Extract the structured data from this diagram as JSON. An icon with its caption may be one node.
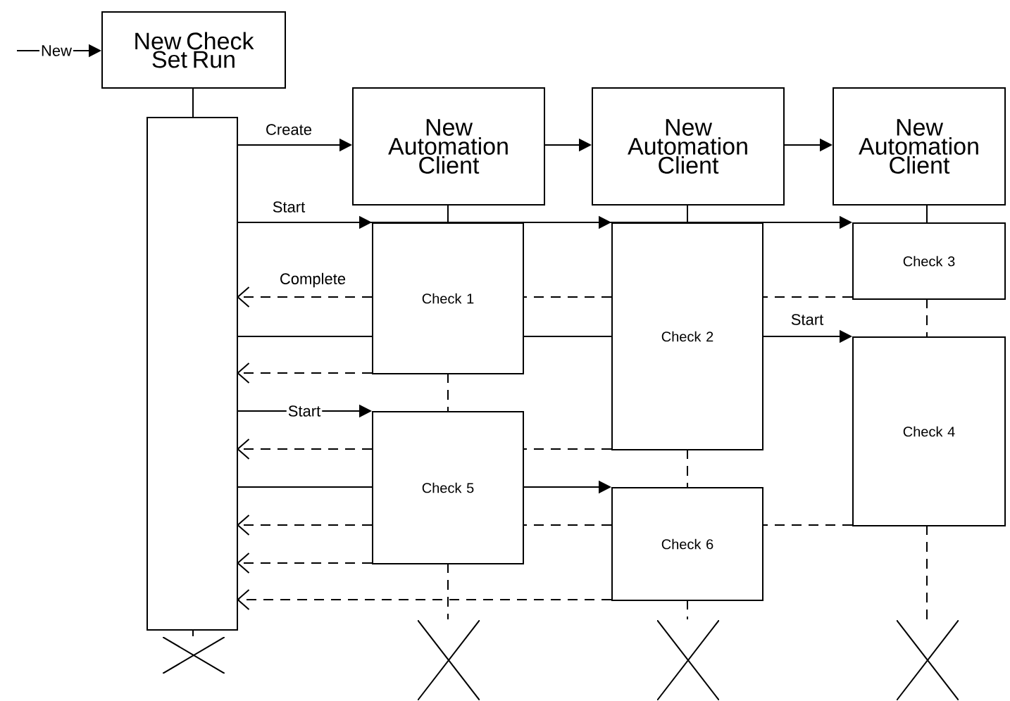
{
  "diagram": {
    "nodes": [
      {
        "text": [
          "New Check Set Run"
        ]
      },
      {
        "text": [],
        "shape": "box"
      },
      {
        "text": [
          "New Automation Client"
        ]
      },
      {
        "text": [
          "New Automation Client"
        ]
      },
      {
        "text": [
          "New Automation Client"
        ]
      },
      {
        "text": [
          "Check 1"
        ]
      },
      {
        "text": [
          "Check 2"
        ]
      },
      {
        "text": [
          "Check 3"
        ]
      },
      {
        "text": [
          "Check 4"
        ]
      },
      {
        "text": [
          "Check 5"
        ]
      },
      {
        "text": [
          "Check 6"
        ]
      },
      {
        "text": [],
        "shape": "cross"
      },
      {
        "text": [],
        "shape": "cross"
      },
      {
        "text": [],
        "shape": "cross"
      },
      {
        "text": [],
        "shape": "cross"
      }
    ],
    "edges": [
      {
        "from": null,
        "to": 0,
        "arrow": "to",
        "label": "New"
      },
      {
        "from": 1,
        "to": 2,
        "arrow": "to",
        "label": "Create"
      },
      {
        "from": 2,
        "to": 3,
        "arrow": "to"
      },
      {
        "from": 3,
        "to": 4,
        "arrow": "to"
      },
      {
        "from": 1,
        "to": 5,
        "arrow": "to",
        "label": "Start"
      },
      {
        "from": 1,
        "to": 6,
        "arrow": "to"
      },
      {
        "from": 1,
        "to": 7,
        "arrow": "to"
      },
      {
        "from": 7,
        "to": 6,
        "arrow": "none",
        "style": "dashed"
      },
      {
        "from": 6,
        "to": 5,
        "arrow": "none",
        "style": "dashed"
      },
      {
        "from": 5,
        "to": 1,
        "arrow": "to",
        "style": "dashed",
        "label": "Complete"
      },
      {
        "from": 1,
        "to": 5,
        "arrow": "none"
      },
      {
        "from": 5,
        "to": 6,
        "arrow": "none"
      },
      {
        "from": 6,
        "to": 8,
        "arrow": "to",
        "label": "Start"
      },
      {
        "from": 5,
        "to": 1,
        "arrow": "to",
        "style": "dashed"
      },
      {
        "from": 1,
        "to": 9,
        "arrow": "to",
        "label": "Start"
      },
      {
        "from": 6,
        "to": 9,
        "arrow": "none",
        "style": "dashed"
      },
      {
        "from": 9,
        "to": 1,
        "arrow": "to",
        "style": "dashed"
      },
      {
        "from": 1,
        "to": 9,
        "arrow": "none"
      },
      {
        "from": 9,
        "to": 10,
        "arrow": "to"
      },
      {
        "from": 8,
        "to": 10,
        "arrow": "none",
        "style": "dashed"
      },
      {
        "from": 10,
        "to": 9,
        "arrow": "none",
        "style": "dashed"
      },
      {
        "from": 9,
        "to": 1,
        "arrow": "to",
        "style": "dashed"
      },
      {
        "from": 9,
        "to": 1,
        "arrow": "to",
        "style": "dashed"
      },
      {
        "from": 10,
        "to": 1,
        "arrow": "to",
        "style": "dashed"
      },
      {
        "from": 0,
        "to": 1,
        "arrow": "none"
      },
      {
        "from": 1,
        "to": 11,
        "arrow": "none"
      },
      {
        "from": 2,
        "to": 5,
        "arrow": "none"
      },
      {
        "from": 3,
        "to": 6,
        "arrow": "none"
      },
      {
        "from": 4,
        "to": 7,
        "arrow": "none"
      },
      {
        "from": 5,
        "to": 9,
        "arrow": "none",
        "style": "dashed"
      },
      {
        "from": 6,
        "to": 10,
        "arrow": "none",
        "style": "dashed"
      },
      {
        "from": 7,
        "to": 8,
        "arrow": "none",
        "style": "dashed"
      },
      {
        "from": 9,
        "to": 12,
        "arrow": "none",
        "style": "dashed"
      },
      {
        "from": 10,
        "to": 13,
        "arrow": "none",
        "style": "dashed"
      },
      {
        "from": 8,
        "to": 14,
        "arrow": "none",
        "style": "dashed"
      }
    ]
  }
}
